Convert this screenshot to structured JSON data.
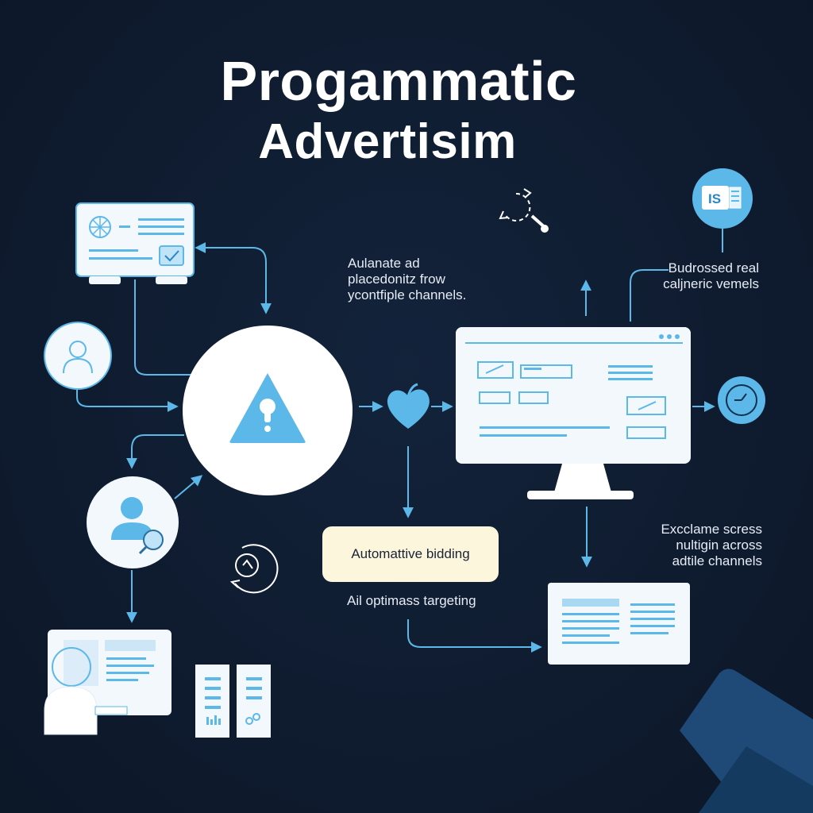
{
  "title": {
    "line1": "Progammatic",
    "line2": "Advertisim"
  },
  "captions": {
    "left_top": [
      "Aulanate ad",
      "placedonitz frow",
      "ycontfiple channels."
    ],
    "right_top": [
      "Budrossed real",
      "caljneric vemels"
    ],
    "right_mid": [
      "Excclame scress",
      "nultigin across",
      "adtile channels"
    ],
    "bottom": "Ail optimass targeting"
  },
  "bidding_label": "Automattive bidding",
  "badge_text": "IS",
  "colors": {
    "background": "#0f1c30",
    "accent": "#5bb8e8",
    "panel": "#f3f8fd",
    "pill": "#fbf6dc"
  },
  "icons": [
    "alert-triangle-icon",
    "heart-icon",
    "clock-icon",
    "refresh-cycle-icon",
    "search-tool-icon",
    "user-icon"
  ]
}
